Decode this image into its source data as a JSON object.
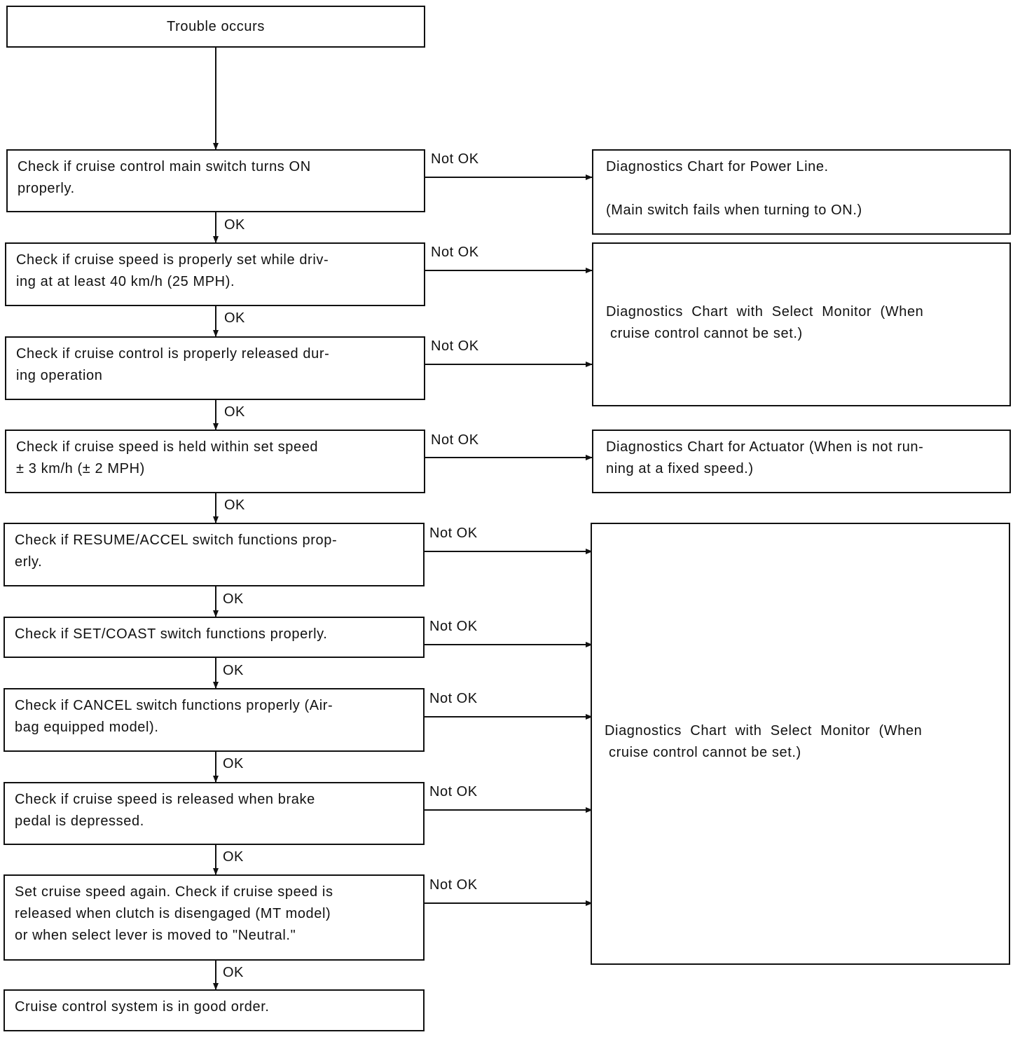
{
  "labels": {
    "ok": "OK",
    "not_ok": "Not OK"
  },
  "start": "Trouble occurs",
  "steps": [
    "Check if cruise control main switch turns ON properly.",
    "Check if cruise speed is properly set while driv-ing at at least 40 km/h (25 MPH).",
    "Check if cruise control is properly released dur-ing operation",
    "Check if cruise speed is held within set speed ± 3 km/h (± 2 MPH)",
    "Check if RESUME/ACCEL switch functions prop-erly.",
    "Check if SET/COAST switch functions properly.",
    "Check if CANCEL switch functions properly (Air-bag equipped model).",
    "Check if cruise speed is released when brake pedal is depressed.",
    "Set cruise speed again. Check if cruise speed is released when clutch is disengaged (MT model) or when select lever is moved to \"Neutral.\""
  ],
  "step_lines": [
    [
      "Check if cruise control main switch turns ON",
      "properly."
    ],
    [
      "Check if cruise speed is properly set while driv-",
      "ing at at least 40 km/h (25 MPH)."
    ],
    [
      "Check if cruise control is properly released dur-",
      "ing operation"
    ],
    [
      "Check if cruise speed is held within set speed",
      "± 3 km/h (± 2 MPH)"
    ],
    [
      "Check if RESUME/ACCEL switch functions prop-",
      "erly."
    ],
    [
      "Check if SET/COAST switch functions properly."
    ],
    [
      "Check if CANCEL switch functions properly  (Air-",
      "bag equipped model)."
    ],
    [
      "Check if cruise speed is released when brake",
      "pedal is depressed."
    ],
    [
      "Set cruise speed again. Check if cruise speed is",
      "released when clutch is disengaged (MT model)",
      "or when select lever is moved to \"Neutral.\""
    ]
  ],
  "end": "Cruise control system is in good order.",
  "outcomes": {
    "power_line": {
      "line1": "Diagnostics Chart for Power Line.",
      "line2": "(Main switch fails when turning to ON.)"
    },
    "select_monitor_a": {
      "line1": "Diagnostics  Chart  with  Select  Monitor  (When",
      "line2": "cruise control cannot be set.)"
    },
    "actuator": {
      "line1": "Diagnostics Chart for Actuator (When is not run-",
      "line2": "ning at a fixed speed.)"
    },
    "select_monitor_b": {
      "line1": "Diagnostics  Chart  with  Select  Monitor  (When",
      "line2": "cruise control cannot be set.)"
    }
  }
}
